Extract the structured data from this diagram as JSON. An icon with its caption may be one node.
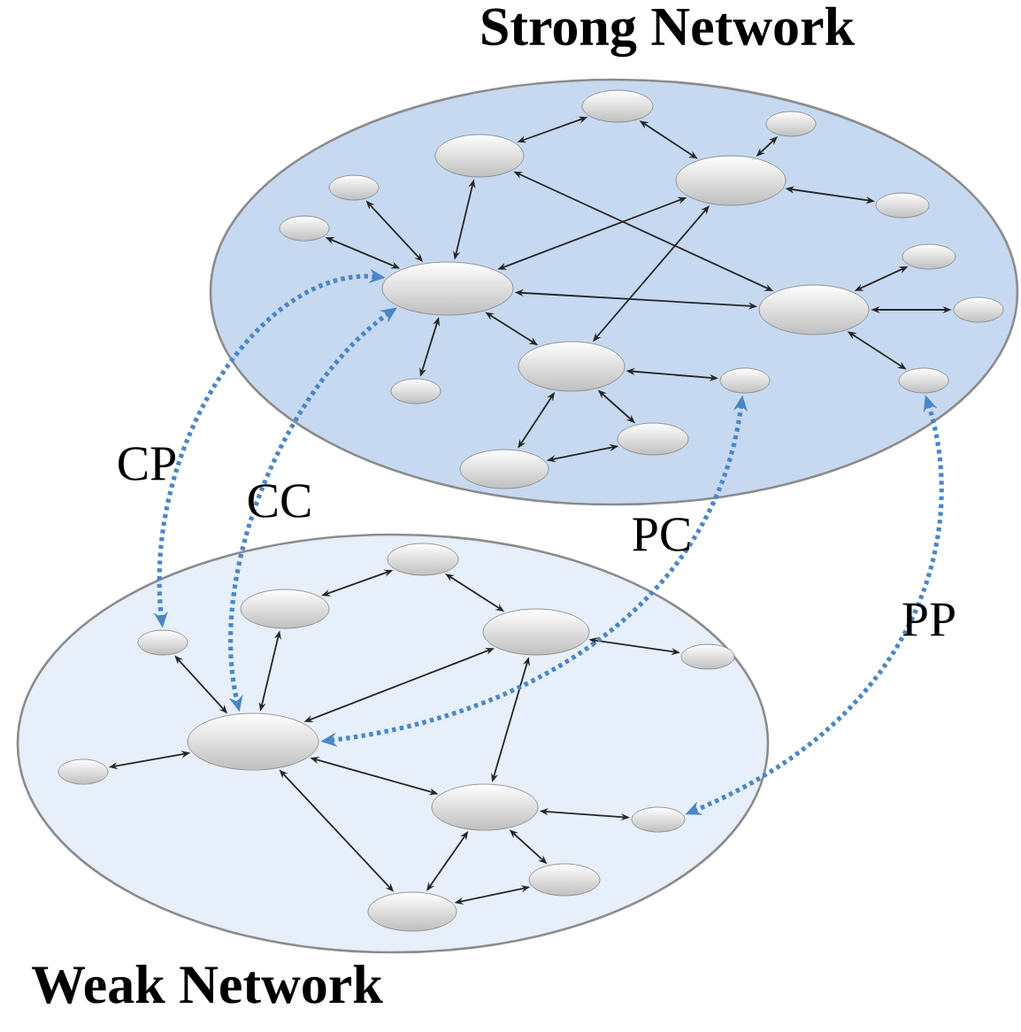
{
  "diagram": {
    "nodes": [
      {
        "text": [
          "Strong Network"
        ]
      },
      {
        "text": [],
        "shape": "ellipse",
        "in": 0
      },
      {
        "text": [],
        "shape": "ellipse",
        "in": 0
      },
      {
        "text": [],
        "shape": "ellipse",
        "in": 0
      },
      {
        "text": [],
        "shape": "ellipse",
        "in": 0
      },
      {
        "text": [],
        "shape": "ellipse",
        "in": 0
      },
      {
        "text": [],
        "shape": "ellipse",
        "in": 0
      },
      {
        "text": [],
        "shape": "ellipse",
        "in": 0
      },
      {
        "text": [],
        "shape": "ellipse",
        "in": 0
      },
      {
        "text": [],
        "shape": "ellipse",
        "in": 0
      },
      {
        "text": [],
        "shape": "ellipse",
        "in": 0
      },
      {
        "text": [],
        "shape": "ellipse",
        "in": 0
      },
      {
        "text": [],
        "shape": "ellipse",
        "in": 0
      },
      {
        "text": [],
        "shape": "ellipse",
        "in": 0
      },
      {
        "text": [],
        "shape": "ellipse",
        "in": 0
      },
      {
        "text": [],
        "shape": "ellipse",
        "in": 0
      },
      {
        "text": [],
        "shape": "ellipse",
        "in": 0
      },
      {
        "text": [],
        "shape": "ellipse",
        "in": 0
      },
      {
        "text": [
          "Weak Network"
        ]
      },
      {
        "text": [],
        "shape": "ellipse",
        "in": 18
      },
      {
        "text": [],
        "shape": "ellipse",
        "in": 18
      },
      {
        "text": [],
        "shape": "ellipse",
        "in": 18
      },
      {
        "text": [],
        "shape": "ellipse",
        "in": 18
      },
      {
        "text": [],
        "shape": "ellipse",
        "in": 18
      },
      {
        "text": [],
        "shape": "ellipse",
        "in": 18
      },
      {
        "text": [],
        "shape": "ellipse",
        "in": 18
      },
      {
        "text": [],
        "shape": "ellipse",
        "in": 18
      },
      {
        "text": [],
        "shape": "ellipse",
        "in": 18
      },
      {
        "text": [],
        "shape": "ellipse",
        "in": 18
      },
      {
        "text": [],
        "shape": "ellipse",
        "in": 18
      }
    ],
    "edges": [
      {
        "from": 1,
        "to": 8,
        "arrow": "both"
      },
      {
        "from": 1,
        "to": 7,
        "arrow": "both"
      },
      {
        "from": 1,
        "to": 2,
        "arrow": "both"
      },
      {
        "from": 1,
        "to": 5,
        "arrow": "both"
      },
      {
        "from": 1,
        "to": 10,
        "arrow": "both"
      },
      {
        "from": 1,
        "to": 13,
        "arrow": "both"
      },
      {
        "from": 1,
        "to": 12,
        "arrow": "both"
      },
      {
        "from": 2,
        "to": 3,
        "arrow": "both"
      },
      {
        "from": 2,
        "to": 10,
        "arrow": "both"
      },
      {
        "from": 3,
        "to": 5,
        "arrow": "both"
      },
      {
        "from": 4,
        "to": 5,
        "arrow": "both"
      },
      {
        "from": 5,
        "to": 6,
        "arrow": "both"
      },
      {
        "from": 5,
        "to": 12,
        "arrow": "both"
      },
      {
        "from": 10,
        "to": 9,
        "arrow": "both"
      },
      {
        "from": 10,
        "to": 11,
        "arrow": "both"
      },
      {
        "from": 10,
        "to": 15,
        "arrow": "both"
      },
      {
        "from": 12,
        "to": 14,
        "arrow": "both"
      },
      {
        "from": 12,
        "to": 17,
        "arrow": "both"
      },
      {
        "from": 12,
        "to": 16,
        "arrow": "both"
      },
      {
        "from": 17,
        "to": 16,
        "arrow": "both"
      },
      {
        "from": 19,
        "to": 24,
        "arrow": "both"
      },
      {
        "from": 20,
        "to": 24,
        "arrow": "both"
      },
      {
        "from": 20,
        "to": 21,
        "arrow": "both"
      },
      {
        "from": 21,
        "to": 22,
        "arrow": "both"
      },
      {
        "from": 22,
        "to": 24,
        "arrow": "both"
      },
      {
        "from": 22,
        "to": 23,
        "arrow": "both"
      },
      {
        "from": 22,
        "to": 26,
        "arrow": "both"
      },
      {
        "from": 24,
        "to": 25,
        "arrow": "both"
      },
      {
        "from": 24,
        "to": 26,
        "arrow": "both"
      },
      {
        "from": 24,
        "to": 29,
        "arrow": "both"
      },
      {
        "from": 26,
        "to": 27,
        "arrow": "both"
      },
      {
        "from": 26,
        "to": 28,
        "arrow": "both"
      },
      {
        "from": 26,
        "to": 29,
        "arrow": "both"
      },
      {
        "from": 28,
        "to": 29,
        "arrow": "both"
      },
      {
        "from": 1,
        "to": 19,
        "arrow": "both",
        "label": "CP",
        "style": "dashed",
        "color": "#4a86c8"
      },
      {
        "from": 1,
        "to": 24,
        "arrow": "both",
        "label": "CC",
        "style": "dashed",
        "color": "#4a86c8"
      },
      {
        "from": 14,
        "to": 24,
        "arrow": "both",
        "label": "PC",
        "style": "dashed",
        "color": "#4a86c8"
      },
      {
        "from": 15,
        "to": 27,
        "arrow": "both",
        "label": "PP",
        "style": "dashed",
        "color": "#4a86c8"
      }
    ]
  }
}
